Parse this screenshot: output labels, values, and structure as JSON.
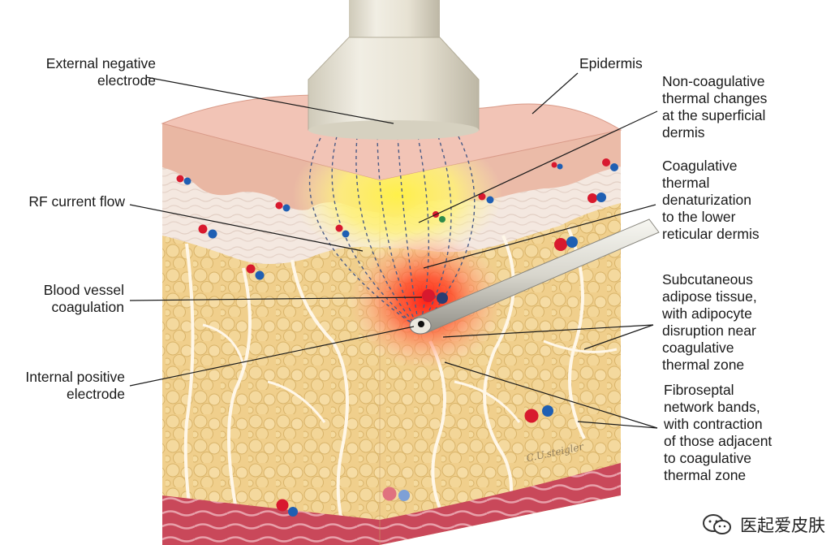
{
  "labels": {
    "external_negative_electrode": "External negative\nelectrode",
    "epidermis": "Epidermis",
    "non_coagulative": "Non-coagulative\nthermal changes\nat the superficial\ndermis",
    "coagulative": "Coagulative\nthermal\ndenaturization\nto the lower\nreticular dermis",
    "rf_current_flow": "RF current flow",
    "blood_vessel_coagulation": "Blood vessel\ncoagulation",
    "subcutaneous": "Subcutaneous\nadipose tissue,\nwith adipocyte\ndisruption near\ncoagulative\nthermal zone",
    "internal_positive_electrode": "Internal positive\nelectrode",
    "fibroseptal": "Fibroseptal\nnetwork bands,\nwith contraction\nof those adjacent\nto coagulative\nthermal zone"
  },
  "signature": "C.U.steigler",
  "watermark": {
    "text": "医起爱皮肤",
    "icon": "wechat-icon"
  },
  "colors": {
    "epidermis": "#f2c4b6",
    "dermis": "#f4e6dc",
    "adipose": "#f0cf8c",
    "heat_core": "#ff2a1a",
    "heat_yellow": "#ffe94a",
    "vessel_red": "#d8192e",
    "vessel_blue": "#1f5fb3",
    "electrode": "#e6e1d2"
  }
}
